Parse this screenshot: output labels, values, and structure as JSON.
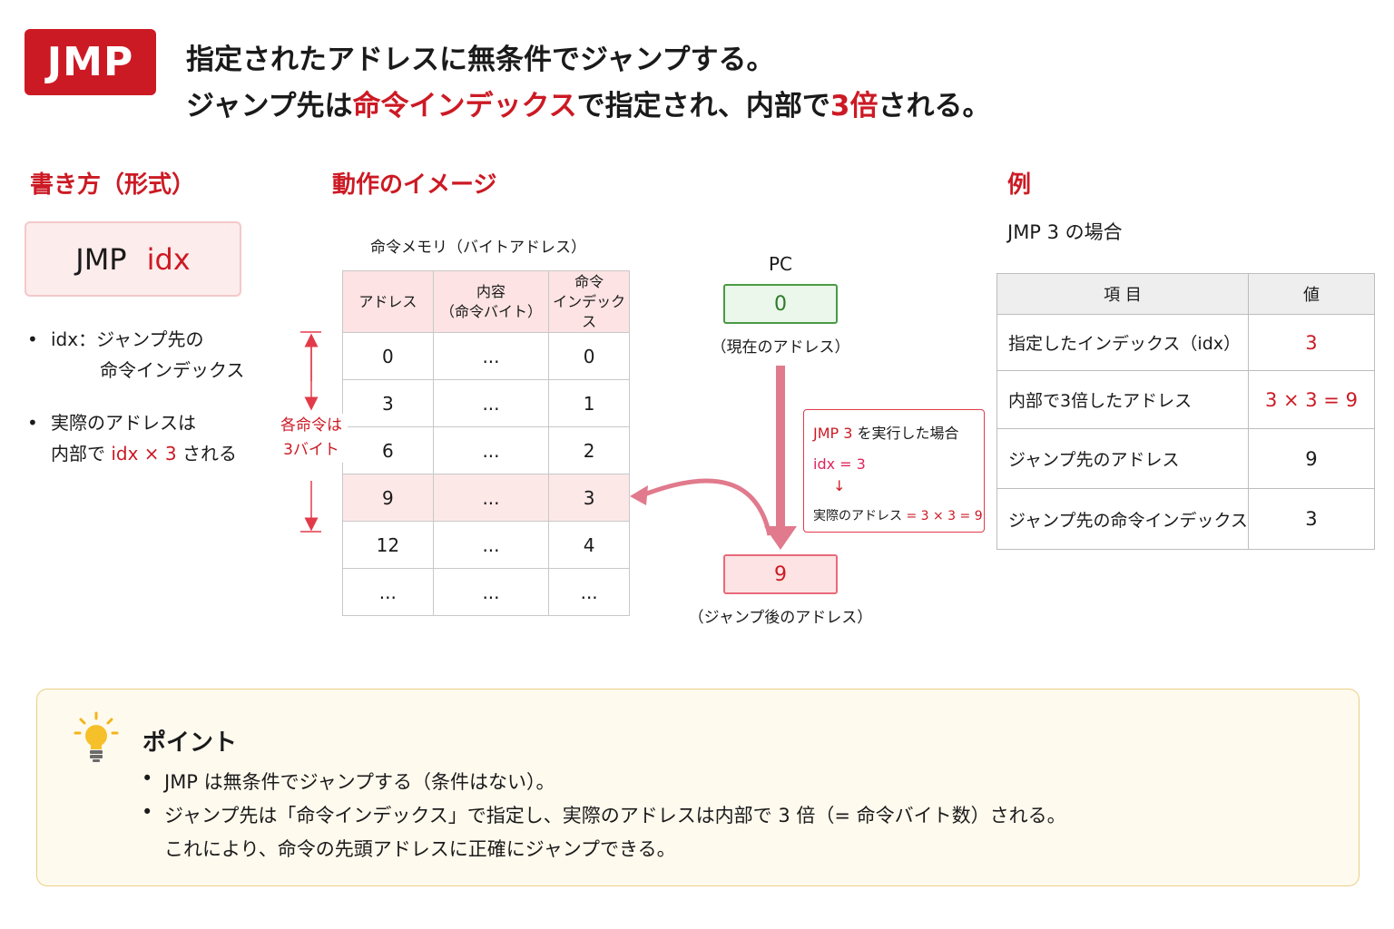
{
  "badge": "JMP",
  "headline": {
    "line1": "指定されたアドレスに無条件でジャンプする。",
    "line2_a": "ジャンプ先は",
    "line2_b": "命令インデックス",
    "line2_c": "で指定され、内部で",
    "line2_d": "3倍",
    "line2_e": "される。"
  },
  "syntax": {
    "title": "書き方（形式）",
    "op": "JMP",
    "arg": "idx",
    "bullet1_a": "idx：ジャンプ先の",
    "bullet1_b": "命令インデックス",
    "bullet2_a": "実際のアドレスは",
    "bullet2_b_pre": "内部で ",
    "bullet2_b_red": "idx × 3",
    "bullet2_b_post": " される"
  },
  "diagram": {
    "title": "動作のイメージ",
    "memory_caption": "命令メモリ（バイトアドレス）",
    "headers": {
      "addr": "アドレス",
      "content_a": "内容",
      "content_b": "（命令バイト）",
      "index_a": "命令",
      "index_b": "インデックス"
    },
    "rows": [
      {
        "addr": "0",
        "content": "...",
        "index": "0"
      },
      {
        "addr": "3",
        "content": "...",
        "index": "1"
      },
      {
        "addr": "6",
        "content": "...",
        "index": "2"
      },
      {
        "addr": "9",
        "content": "...",
        "index": "3"
      },
      {
        "addr": "12",
        "content": "...",
        "index": "4"
      },
      {
        "addr": "...",
        "content": "...",
        "index": "..."
      }
    ],
    "size_label_a": "各命令は",
    "size_label_b": "3バイト",
    "pc_label": "PC",
    "pc_current": "0",
    "pc_current_caption": "（現在のアドレス）",
    "pc_next": "9",
    "pc_next_caption": "（ジャンプ後のアドレス）",
    "exec": {
      "title_a": "JMP 3",
      "title_b": " を実行した場合",
      "idx": "idx = 3",
      "arrow": "↓",
      "result_a": "実際のアドレス",
      "result_b": " = 3 × 3 = 9"
    }
  },
  "example": {
    "title": "例",
    "subtitle": "JMP 3 の場合",
    "col_item": "項 目",
    "col_value": "値",
    "rows": [
      {
        "item": "指定したインデックス（idx）",
        "value": "3"
      },
      {
        "item": "内部で3倍したアドレス",
        "value": "3 × 3 = 9"
      },
      {
        "item": "ジャンプ先のアドレス",
        "value": "9"
      },
      {
        "item": "ジャンプ先の命令インデックス",
        "value": "3"
      }
    ]
  },
  "point": {
    "title": "ポイント",
    "bullet": "•",
    "line1": "JMP は無条件でジャンプする（条件はない）。",
    "line2": "ジャンプ先は「命令インデックス」で指定し、実際のアドレスは内部で 3 倍（= 命令バイト数）される。",
    "line3": "これにより、命令の先頭アドレスに正確にジャンプできる。"
  },
  "colors": {
    "accent_red": "#cc1a24",
    "pink": "#e0245e",
    "green": "#4a9a45",
    "arrow": "#e07a8c",
    "point_bg": "#fffaee"
  }
}
